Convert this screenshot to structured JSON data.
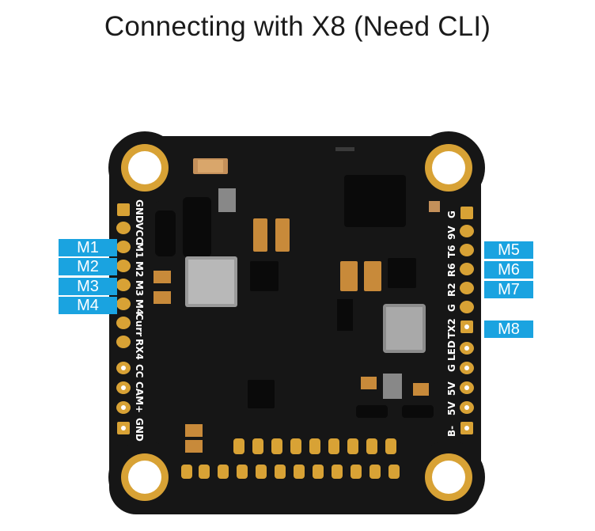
{
  "title": "Connecting with X8 (Need CLI)",
  "colors": {
    "pcb": "#161616",
    "gold": "#d8a235",
    "tag": "#1aa3e0"
  },
  "left_pins": [
    "GND",
    "VCC",
    "M1",
    "M2",
    "M3",
    "M4",
    "Curr",
    "RX4",
    "CC",
    "CAM",
    "+",
    "GND"
  ],
  "right_pins": [
    "G",
    "9V",
    "T6",
    "R6",
    "R2",
    "G",
    "TX2",
    "LED",
    "G",
    "5V",
    "5V",
    "B-"
  ],
  "motor_tags_left": [
    "M1",
    "M2",
    "M3",
    "M4"
  ],
  "motor_tags_right": [
    "M5",
    "M6",
    "M7",
    "M8"
  ]
}
